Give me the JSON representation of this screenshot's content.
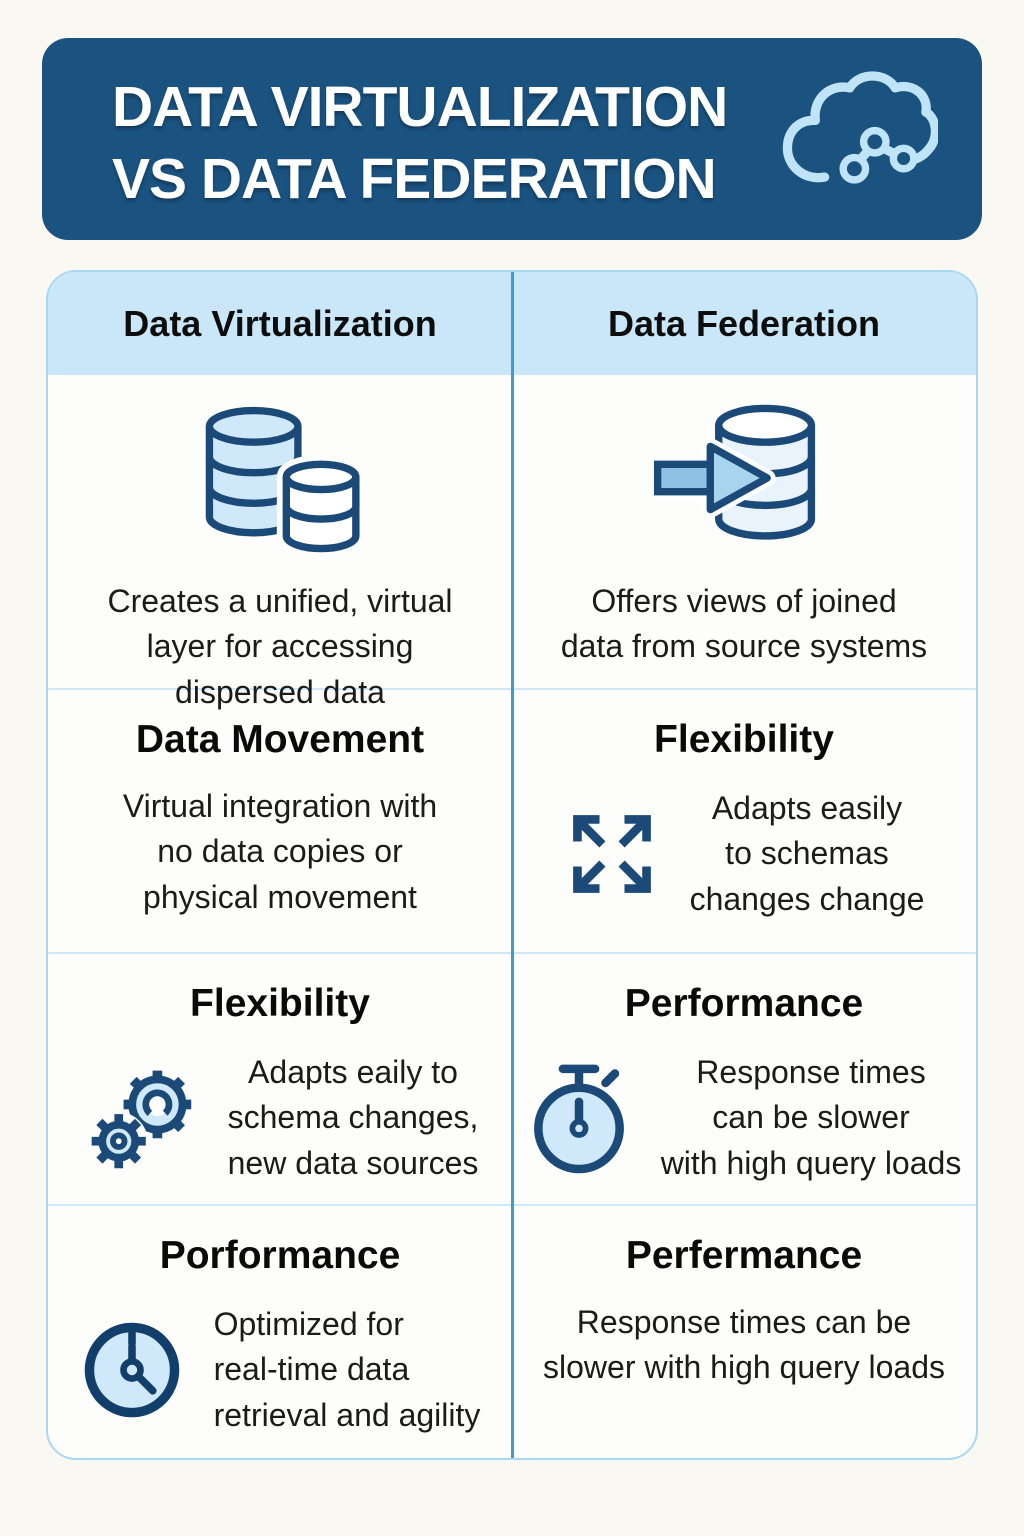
{
  "header": {
    "title_line1": "DATA VIRTUALIZATION",
    "title_line2": "VS DATA FEDERATION",
    "icon": "cloud-network-icon"
  },
  "colors": {
    "header_bg": "#1a5280",
    "header_text": "#ffffff",
    "table_header_bg": "#c9e7f9",
    "table_border": "#a9d8f1",
    "row_divider": "#cde9f8",
    "column_divider": "#3e9bd6",
    "icon_stroke": "#1b4a78",
    "icon_fill_light": "#cfe8fa",
    "icon_fill_medium": "#8ec1e4",
    "cloud_icon_light_blue": "#bfe3f7",
    "page_bg": "#faf8f3",
    "body_text": "#1b1b1b"
  },
  "table": {
    "columns": [
      {
        "header": "Data Virtualization"
      },
      {
        "header": "Data Federation"
      }
    ],
    "rows": [
      {
        "left": {
          "icon": "databases-icon",
          "title": "",
          "text": "Creates a unified, virtual\nlayer for accessing\ndispersed data"
        },
        "right": {
          "icon": "database-arrow-icon",
          "title": "",
          "text": "Offers views of joined\ndata from source systems"
        }
      },
      {
        "left": {
          "icon": "",
          "title": "Data Movement",
          "text": "Virtual integration with\nno data copies or\nphysical movement"
        },
        "right": {
          "icon": "expand-arrows-icon",
          "title": "Flexibility",
          "text": "Adapts easily\nto schemas\nchanges chanɡe"
        }
      },
      {
        "left": {
          "icon": "gears-icon",
          "title": "Flexibility",
          "text": "Adapts eaily to\nschema changes,\nnew data sources"
        },
        "right": {
          "icon": "stopwatch-icon",
          "title": "Performance",
          "text": "Response times\ncan be slower\nwith high query loads"
        }
      },
      {
        "left": {
          "icon": "clock-icon",
          "title": "Porformance",
          "text": "Optimized for\nreal-time data\nretrieval and agility"
        },
        "right": {
          "icon": "",
          "title": "Perfermance",
          "text": "Response times can be\nslower with high query loads"
        }
      }
    ]
  }
}
